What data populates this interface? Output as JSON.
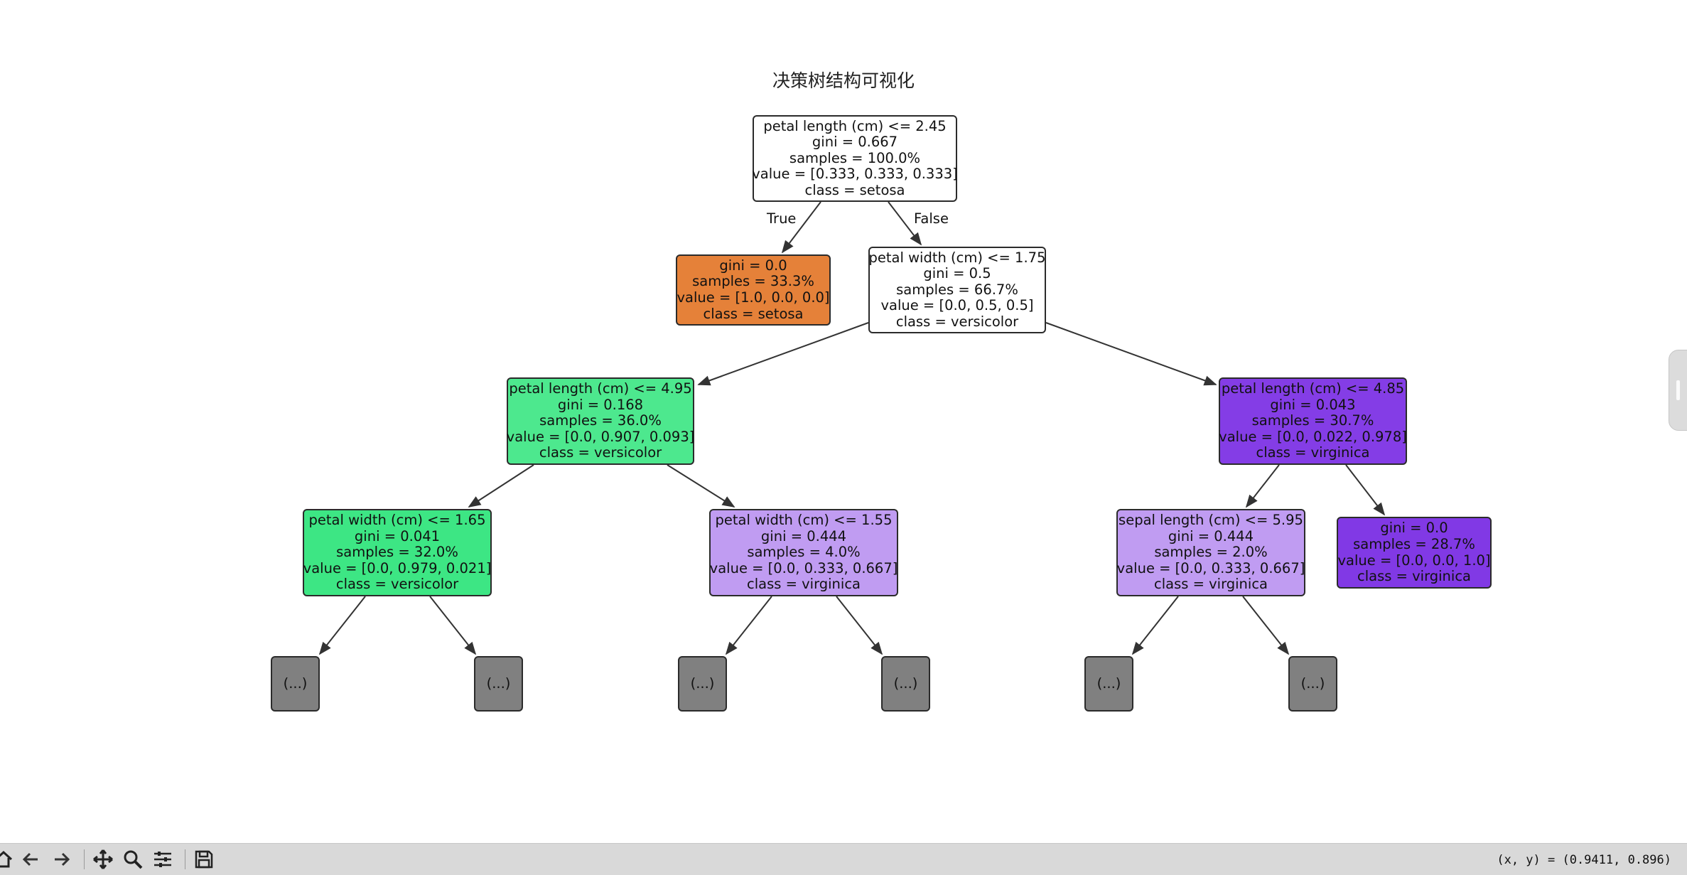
{
  "title": "决策树结构可视化",
  "edge_labels": {
    "true_label": "True",
    "false_label": "False"
  },
  "nodes": {
    "root": {
      "lines": [
        "petal length (cm) <= 2.45",
        "gini = 0.667",
        "samples = 100.0%",
        "value = [0.333, 0.333, 0.333]",
        "class = setosa"
      ],
      "color": "#ffffff"
    },
    "setosa_leaf": {
      "lines": [
        "gini = 0.0",
        "samples = 33.3%",
        "value = [1.0, 0.0, 0.0]",
        "class = setosa"
      ],
      "color": "#e58139"
    },
    "petal_width_175": {
      "lines": [
        "petal width (cm) <= 1.75",
        "gini = 0.5",
        "samples = 66.7%",
        "value = [0.0, 0.5, 0.5]",
        "class = versicolor"
      ],
      "color": "#ffffff"
    },
    "petal_length_495": {
      "lines": [
        "petal length (cm) <= 4.95",
        "gini = 0.168",
        "samples = 36.0%",
        "value = [0.0, 0.907, 0.093]",
        "class = versicolor"
      ],
      "color": "#4de88e"
    },
    "petal_length_485": {
      "lines": [
        "petal length (cm) <= 4.85",
        "gini = 0.043",
        "samples = 30.7%",
        "value = [0.0, 0.022, 0.978]",
        "class = virginica"
      ],
      "color": "#843de6"
    },
    "petal_width_165": {
      "lines": [
        "petal width (cm) <= 1.65",
        "gini = 0.041",
        "samples = 32.0%",
        "value = [0.0, 0.979, 0.021]",
        "class = versicolor"
      ],
      "color": "#3de684"
    },
    "petal_width_155": {
      "lines": [
        "petal width (cm) <= 1.55",
        "gini = 0.444",
        "samples = 4.0%",
        "value = [0.0, 0.333, 0.667]",
        "class = virginica"
      ],
      "color": "#c09cf2"
    },
    "sepal_length_595": {
      "lines": [
        "sepal length (cm) <= 5.95",
        "gini = 0.444",
        "samples = 2.0%",
        "value = [0.0, 0.333, 0.667]",
        "class = virginica"
      ],
      "color": "#c09cf2"
    },
    "virginica_leaf": {
      "lines": [
        "gini = 0.0",
        "samples = 28.7%",
        "value = [0.0, 0.0, 1.0]",
        "class = virginica"
      ],
      "color": "#8139e5"
    },
    "trunc_1": {
      "lines": [
        "(...)"
      ],
      "color": "#808080"
    },
    "trunc_2": {
      "lines": [
        "(...)"
      ],
      "color": "#808080"
    },
    "trunc_3": {
      "lines": [
        "(...)"
      ],
      "color": "#808080"
    },
    "trunc_4": {
      "lines": [
        "(...)"
      ],
      "color": "#808080"
    },
    "trunc_5": {
      "lines": [
        "(...)"
      ],
      "color": "#808080"
    },
    "trunc_6": {
      "lines": [
        "(...)"
      ],
      "color": "#808080"
    }
  },
  "toolbar": {
    "buttons": [
      "home-icon",
      "back-icon",
      "forward-icon",
      "pan-icon",
      "zoom-icon",
      "configure-icon",
      "save-icon"
    ]
  },
  "status": {
    "coords": "(x, y) = (0.9411, 0.896)"
  }
}
